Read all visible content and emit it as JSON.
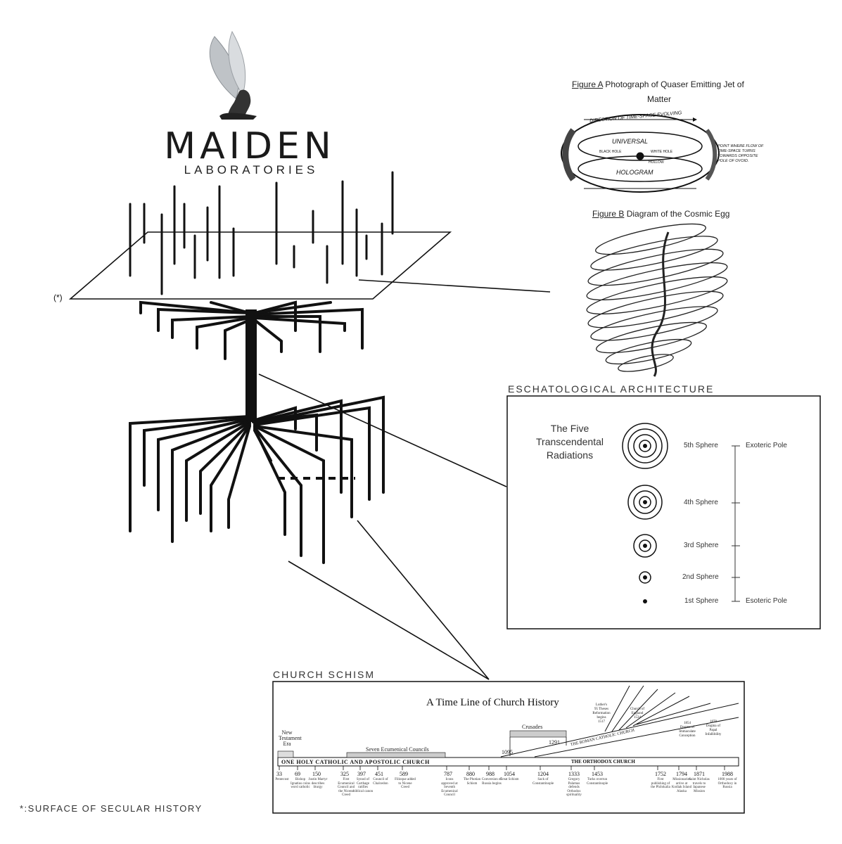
{
  "brand": {
    "name": "MAIDEN",
    "subtitle": "LABORATORIES",
    "logo_icon": "winged-figure-icon"
  },
  "surface_marker": "(*)",
  "footnote": "*:SURFACE OF SECULAR HISTORY",
  "figure_a": {
    "prefix": "Figure A",
    "caption_line1": " Photograph of Quaser Emitting Jet of",
    "caption_line2": "Matter",
    "labels": {
      "top": "DIRECTION OF TIME-SPACE EVOLVING",
      "universal": "UNIVERSAL",
      "black_hole": "BLACK HOLE",
      "white_hole": "WHITE HOLE",
      "hollow": "HOLLOW",
      "hologram": "HOLOGRAM",
      "point_note": "POINT WHERE FLOW OF TIME-SPACE TURNS TOWARDS OPPOSITE POLE OF OVOID."
    }
  },
  "figure_b": {
    "prefix": "Figure B",
    "caption": " Diagram of the Cosmic Egg"
  },
  "eschatological": {
    "title": "ESCHATOLOGICAL  ARCHITECTURE",
    "heading": [
      "The Five",
      "Transcendental",
      "Radiations"
    ],
    "spheres": [
      {
        "label": "5th Sphere",
        "rings": 4
      },
      {
        "label": "4th Sphere",
        "rings": 3
      },
      {
        "label": "3rd Sphere",
        "rings": 2
      },
      {
        "label": "2nd Sphere",
        "rings": 1
      },
      {
        "label": "1st Sphere",
        "rings": 0
      }
    ],
    "pole_top": "Exoteric Pole",
    "pole_bottom": "Esoteric Pole"
  },
  "church": {
    "section_title": "CHURCH  SCHISM",
    "title": "A Time Line of Church History",
    "era": [
      "New",
      "Testament",
      "Era"
    ],
    "councils": "Seven Ecumenical Councils",
    "crusades": "Crusades",
    "main_band": "ONE HOLY CATHOLIC AND APOSTOLIC CHURCH",
    "orthodox": "THE ORTHODOX CHURCH",
    "roman": "THE ROMAN CATHOLIC CHURCH",
    "luther": [
      "Luther's",
      "95 Theses",
      "Reformation",
      "begins",
      "1517"
    ],
    "england": [
      "Church of",
      "England",
      "1534"
    ],
    "immaculate": [
      "1854",
      "Dogma of",
      "Immaculate",
      "Conception"
    ],
    "infallibility": [
      "1870",
      "Dogma of",
      "Papal",
      "Infallibility"
    ],
    "crusade_start": "1095",
    "crusade_end": "1291",
    "years": [
      {
        "year": "33",
        "ev": "Pentecost"
      },
      {
        "year": "69",
        "ev": "Bishop Ignatius coins word catholic"
      },
      {
        "year": "150",
        "ev": "Justin Martyr describes liturgy"
      },
      {
        "year": "325",
        "ev": "First Ecumenical Council and the Nicene Creed"
      },
      {
        "year": "397",
        "ev": "Synod of Carthage ratifies biblical canon"
      },
      {
        "year": "451",
        "ev": "Council of Chalcedon"
      },
      {
        "year": "589",
        "ev": "Filioque added to Nicene Creed"
      },
      {
        "year": "787",
        "ev": "Icons approved at Seventh Ecumenical Council"
      },
      {
        "year": "880",
        "ev": "The Photian Schism"
      },
      {
        "year": "988",
        "ev": "Conversion of Russia begins"
      },
      {
        "year": "1054",
        "ev": "Great Schism"
      },
      {
        "year": "1204",
        "ev": "Sack of Constantinople"
      },
      {
        "year": "1333",
        "ev": "Gregory Palamas defends Orthodox spirituality"
      },
      {
        "year": "1453",
        "ev": "Turks overrun Constantinople"
      },
      {
        "year": "1752",
        "ev": "First publishing of the Philokalia"
      },
      {
        "year": "1794",
        "ev": "Missionaries arrive at Kodiak Island Alaska"
      },
      {
        "year": "1871",
        "ev": "Saint Nicholas travels to Japanese Mission"
      },
      {
        "year": "1988",
        "ev": "1000 years of Orthodoxy in Russia"
      }
    ]
  }
}
